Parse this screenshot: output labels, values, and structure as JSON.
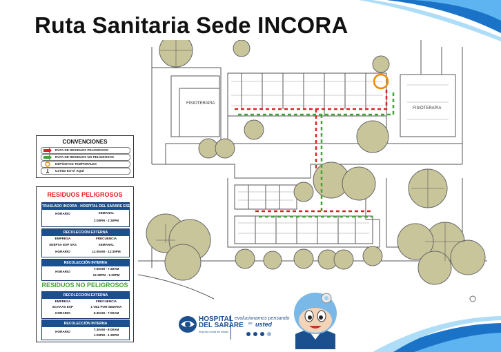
{
  "page": {
    "title": "Ruta Sanitaria Sede INCORA"
  },
  "map": {
    "room_left": "FISIOTERAPIA",
    "room_right": "FISIOTERAPIA"
  },
  "legend": {
    "title": "CONVENCIONES",
    "items": [
      {
        "label": "RUTA DE RESIDUOS PELIGROSOS",
        "color": "#e02020",
        "icon": "red-arrow-icon"
      },
      {
        "label": "RUTA DE RESIDUOS NO PELIGROSOS",
        "color": "#3fa535",
        "icon": "green-arrow-icon"
      },
      {
        "label": "DEPÓSITOS TEMPORALES",
        "color": "#f08a00",
        "icon": "orange-circle-icon"
      },
      {
        "label": "USTED ESTÁ AQUÍ",
        "color": "#333333",
        "icon": "location-pin-icon"
      }
    ]
  },
  "hazardous": {
    "title": "RESIDUOS PELIGROSOS",
    "transfer": {
      "header": "TRASLADO INCORA - HOSPITAL DEL SARARE ESE",
      "row_label": "HORARIO",
      "frequency": "SEMANAL",
      "time": "2:00PM - 2:30PM"
    },
    "external": {
      "header": "RECOLECCIÓN EXTERNA",
      "col1": "EMPRESA",
      "col2": "FRECUENCIA",
      "company": "SDEPSA ESP SAS",
      "frequency": "SEMANAL",
      "row_label": "HORARIO",
      "time": "11:00AM - 12:30PM"
    },
    "internal": {
      "header": "RECOLECCIÓN INTERNA",
      "row_label": "HORARIO",
      "time1": "7:00AM - 7:30AM",
      "time2": "12:30PM - 1:00PM"
    }
  },
  "non_hazardous": {
    "title": "RESIDUOS NO PELIGROSOS",
    "external": {
      "header": "RECOLECCIÓN EXTERNA",
      "col1": "EMPRESA",
      "col2": "FRECUENCIA",
      "company": "ECAAAS ESP",
      "frequency": "1 VEZ POR SEMANA",
      "row_label": "HORARIO",
      "time": "6:30AM - 7:00AM"
    },
    "internal": {
      "header": "RECOLECCIÓN INTERNA",
      "row_label": "HORARIO",
      "time1": "7:30AM - 8:00AM",
      "time2": "1:00PM - 1:30PM"
    }
  },
  "branding": {
    "hospital_line1": "HOSPITAL",
    "hospital_line2": "DEL SARARE",
    "hospital_tag": "Empresa Social del Estado",
    "slogan_line1": "evolucionamos pensando",
    "slogan_en": "en",
    "slogan_usted": "usted"
  },
  "colors": {
    "red_route": "#e02020",
    "green_route": "#3fa535",
    "deposit": "#f08a00",
    "brand_blue": "#1b4f8e",
    "tree_fill": "#c8c59a"
  }
}
